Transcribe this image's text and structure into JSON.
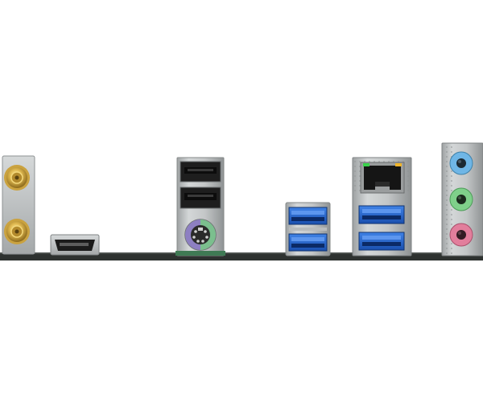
{
  "image": {
    "subject": "motherboard-rear-io-panel",
    "colors": {
      "background": "#ffffff",
      "pcb": "#2e3230",
      "shield_metal": "#b9bcbc",
      "usb3_blue": "#1f5fc8",
      "usb2_black": "#151515",
      "sma_gold": "#d9b24a",
      "ps2_purple": "#8d7fc2",
      "ps2_green": "#7bbf8e",
      "audio_blue": "#6fb6e6",
      "audio_green": "#7fd08a",
      "audio_pink": "#e27e9c",
      "rj45_led_green": "#39d14b",
      "rj45_led_amber": "#f0b52a"
    },
    "ports": [
      "wifi-antenna-connector-top",
      "wifi-antenna-connector-bottom",
      "hdmi-port",
      "usb2-port-top",
      "usb2-port-bottom",
      "ps2-combo-port",
      "usb3-port-top",
      "usb3-port-bottom",
      "rj45-lan-port",
      "usb3-port-lan-top",
      "usb3-port-lan-bottom",
      "audio-jack-line-in",
      "audio-jack-line-out",
      "audio-jack-mic-in"
    ]
  }
}
